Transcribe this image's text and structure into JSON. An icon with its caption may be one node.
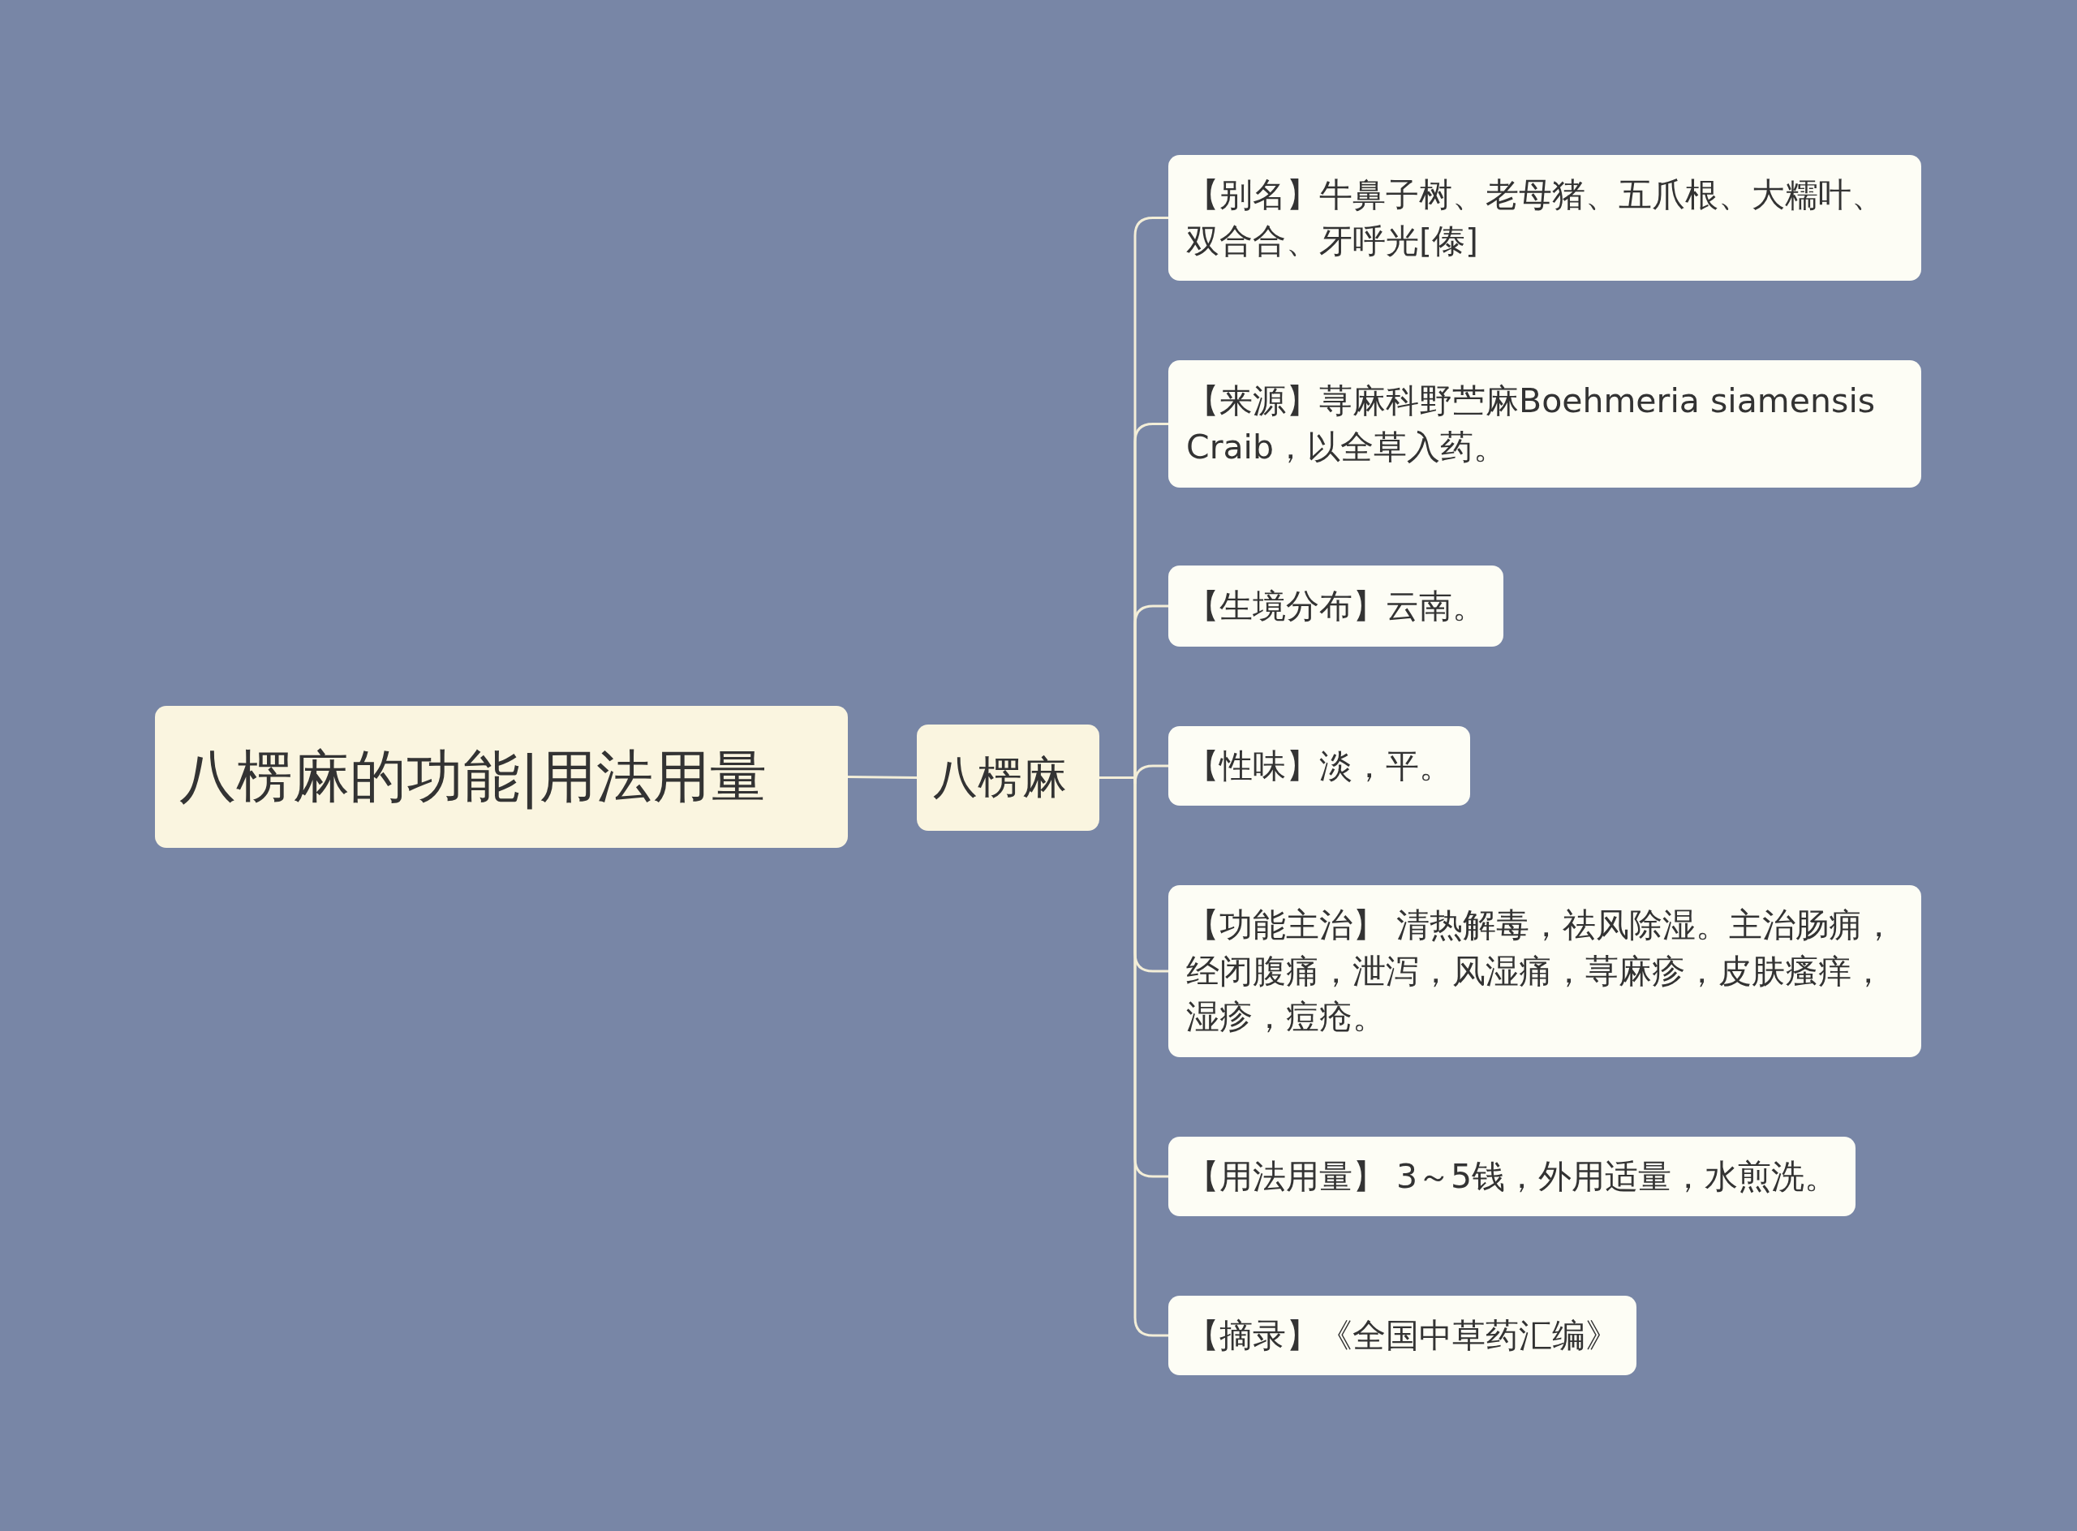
{
  "diagram": {
    "nodes": [
      {
        "text": [
          "八楞麻的功能|用法用量"
        ]
      },
      {
        "text": [
          "八楞麻"
        ]
      },
      {
        "text": [
          "【别名】牛鼻子树、老母猪、五爪根、大糯叶、双合合、牙呼光[傣]"
        ]
      },
      {
        "text": [
          "【来源】荨麻科野苎麻Boehmeria siamensis Craib，以全草入药。"
        ]
      },
      {
        "text": [
          "【生境分布】云南。"
        ]
      },
      {
        "text": [
          "【性味】淡，平。"
        ]
      },
      {
        "text": [
          "【功能主治】 清热解毒，祛风除湿。主治肠痈，经闭腹痛，泄泻，风湿痛，荨麻疹，皮肤瘙痒，湿疹，痘疮。"
        ]
      },
      {
        "text": [
          "【用法用量】 3～5钱，外用适量，水煎洗。"
        ]
      },
      {
        "text": [
          "【摘录】《全国中草药汇编》"
        ]
      }
    ],
    "edges": [
      {
        "from": 0,
        "to": 1,
        "arrow": "none"
      },
      {
        "from": 1,
        "to": 2,
        "arrow": "none"
      },
      {
        "from": 1,
        "to": 3,
        "arrow": "none"
      },
      {
        "from": 1,
        "to": 4,
        "arrow": "none"
      },
      {
        "from": 1,
        "to": 5,
        "arrow": "none"
      },
      {
        "from": 1,
        "to": 6,
        "arrow": "none"
      },
      {
        "from": 1,
        "to": 7,
        "arrow": "none"
      },
      {
        "from": 1,
        "to": 8,
        "arrow": "none"
      }
    ]
  }
}
